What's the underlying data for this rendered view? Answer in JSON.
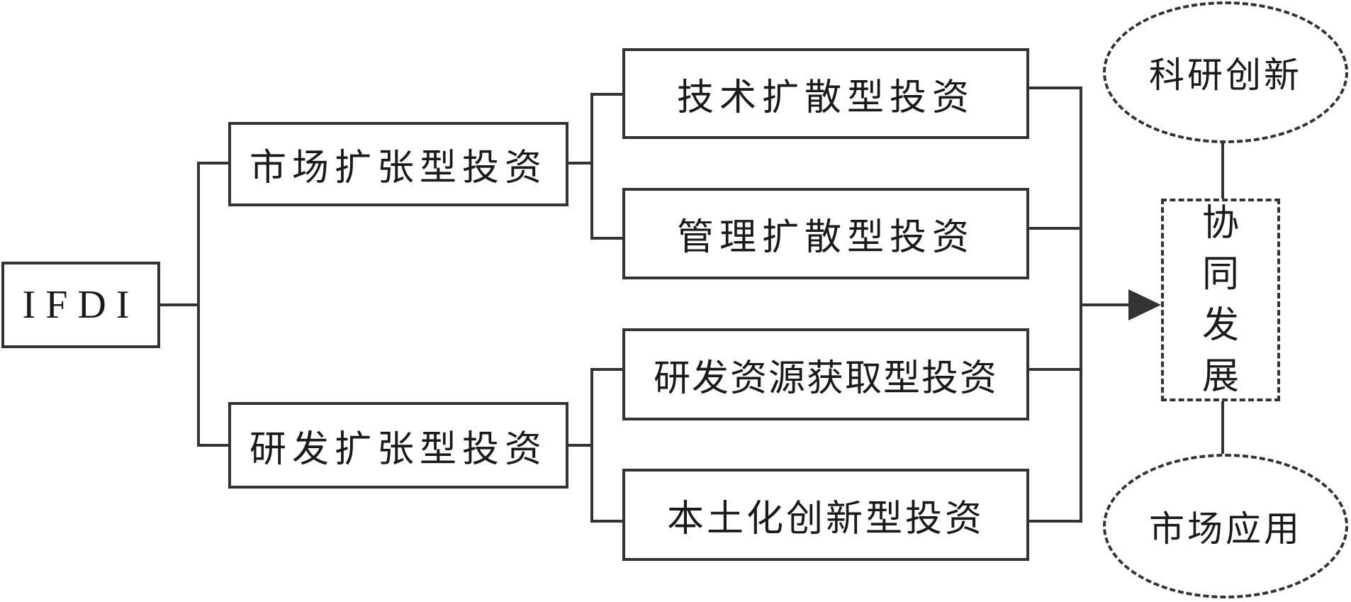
{
  "root": {
    "label": "IFDI"
  },
  "mid": [
    {
      "label": "市场扩张型投资"
    },
    {
      "label": "研发扩张型投资"
    }
  ],
  "leaves": [
    {
      "label": "技术扩散型投资"
    },
    {
      "label": "管理扩散型投资"
    },
    {
      "label": "研发资源获取型投资"
    },
    {
      "label": "本土化创新型投资"
    }
  ],
  "target": {
    "chars": [
      "协",
      "同",
      "发",
      "展"
    ]
  },
  "ellipses": [
    {
      "label": "科研创新"
    },
    {
      "label": "市场应用"
    }
  ],
  "colors": {
    "line": "#333333",
    "text": "#1a1a1a"
  }
}
